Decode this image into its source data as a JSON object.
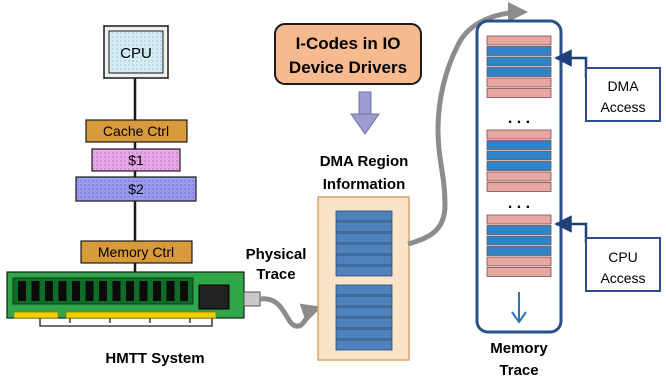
{
  "system": {
    "cpu": "CPU",
    "cache_ctrl": "Cache Ctrl",
    "l1": "$1",
    "l2": "$2",
    "memory_ctrl": "Memory Ctrl",
    "caption": "HMTT System"
  },
  "icodes": {
    "line1": "I-Codes in IO",
    "line2": "Device Drivers"
  },
  "dma_region": {
    "line1": "DMA Region",
    "line2": "Information"
  },
  "physical_trace": {
    "line1": "Physical",
    "line2": "Trace"
  },
  "memory_trace": {
    "ellipsis_top": ". . .",
    "ellipsis_bottom": ". . .",
    "line1": "Memory",
    "line2": "Trace"
  },
  "dma_access": {
    "line1": "DMA",
    "line2": "Access"
  },
  "cpu_access": {
    "line1": "CPU",
    "line2": "Access"
  },
  "colors": {
    "cache_ctrl": "#d89a3a",
    "l1": "#e6a8e6",
    "l2": "#9a9af0",
    "icodes_fill": "#f7b98e",
    "dma_block": "#4f81bd",
    "trace_pink": "#e8a7a0",
    "trace_blue": "#2e86c8",
    "board": "#2fa64a",
    "frame": "#2c4f8c"
  }
}
